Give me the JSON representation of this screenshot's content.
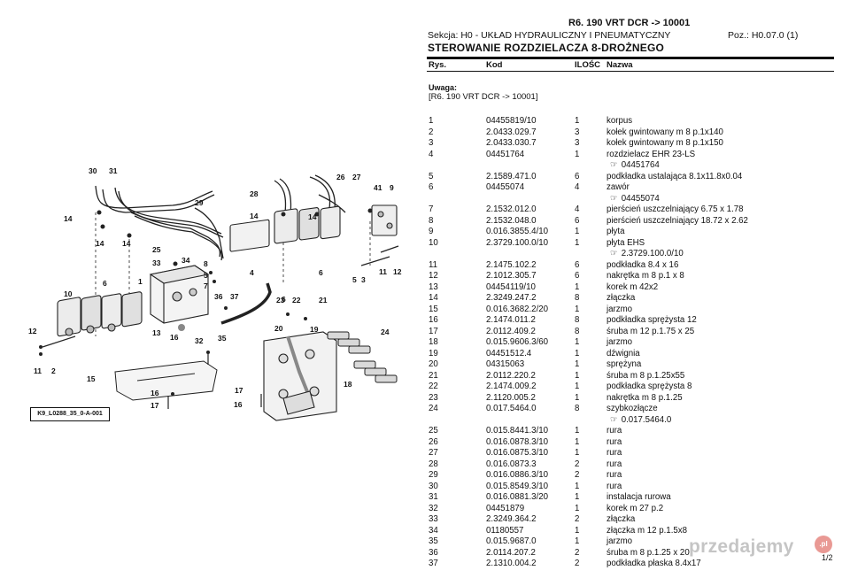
{
  "header": {
    "title": "R6. 190 VRT DCR -> 10001",
    "section": "Sekcja: H0 - UKŁAD HYDRAULICZNY I PNEUMATYCZNY",
    "position_ref": "Poz.: H0.07.0 (1)",
    "assembly_title": "STEROWANIE ROZDZIELACZA 8-DROŻNEGO"
  },
  "columns": {
    "pos": "Rys.",
    "code": "Kod",
    "qty": "ILOŚC",
    "name": "Nazwa"
  },
  "note": {
    "label": "Uwaga:",
    "text": "[R6. 190 VRT DCR -> 10001]"
  },
  "ref_glyph": "☞",
  "parts": [
    {
      "pos": "1",
      "code": "04455819/10",
      "qty": "1",
      "name": "korpus"
    },
    {
      "pos": "2",
      "code": "2.0433.029.7",
      "qty": "3",
      "name": "kołek gwintowany m 8 p.1x140"
    },
    {
      "pos": "3",
      "code": "2.0433.030.7",
      "qty": "3",
      "name": "kołek gwintowany m 8 p.1x150"
    },
    {
      "pos": "4",
      "code": "04451764",
      "qty": "1",
      "name": "rozdzielacz EHR 23-LS",
      "ref": "04451764"
    },
    {
      "pos": "5",
      "code": "2.1589.471.0",
      "qty": "6",
      "name": "podkładka ustalająca 8.1x11.8x0.04"
    },
    {
      "pos": "6",
      "code": "04455074",
      "qty": "4",
      "name": "zawór",
      "ref": "04455074"
    },
    {
      "pos": "7",
      "code": "2.1532.012.0",
      "qty": "4",
      "name": "pierścień uszczelniający 6.75 x 1.78"
    },
    {
      "pos": "8",
      "code": "2.1532.048.0",
      "qty": "6",
      "name": "pierścień uszczelniający 18.72 x 2.62"
    },
    {
      "pos": "9",
      "code": "0.016.3855.4/10",
      "qty": "1",
      "name": "płyta"
    },
    {
      "pos": "10",
      "code": "2.3729.100.0/10",
      "qty": "1",
      "name": "płyta EHS",
      "ref": "2.3729.100.0/10"
    },
    {
      "pos": "11",
      "code": "2.1475.102.2",
      "qty": "6",
      "name": "podkładka 8.4 x 16"
    },
    {
      "pos": "12",
      "code": "2.1012.305.7",
      "qty": "6",
      "name": "nakrętka m 8 p.1 x 8"
    },
    {
      "pos": "13",
      "code": "04454119/10",
      "qty": "1",
      "name": "korek m 42x2"
    },
    {
      "pos": "14",
      "code": "2.3249.247.2",
      "qty": "8",
      "name": "złączka"
    },
    {
      "pos": "15",
      "code": "0.016.3682.2/20",
      "qty": "1",
      "name": "jarzmo"
    },
    {
      "pos": "16",
      "code": "2.1474.011.2",
      "qty": "8",
      "name": "podkładka sprężysta 12"
    },
    {
      "pos": "17",
      "code": "2.0112.409.2",
      "qty": "8",
      "name": "śruba m 12 p.1.75 x 25"
    },
    {
      "pos": "18",
      "code": "0.015.9606.3/60",
      "qty": "1",
      "name": "jarzmo"
    },
    {
      "pos": "19",
      "code": "04451512.4",
      "qty": "1",
      "name": "dźwignia"
    },
    {
      "pos": "20",
      "code": "04315063",
      "qty": "1",
      "name": "sprężyna"
    },
    {
      "pos": "21",
      "code": "2.0112.220.2",
      "qty": "1",
      "name": "śruba m 8 p.1.25x55"
    },
    {
      "pos": "22",
      "code": "2.1474.009.2",
      "qty": "1",
      "name": "podkładka sprężysta 8"
    },
    {
      "pos": "23",
      "code": "2.1120.005.2",
      "qty": "1",
      "name": "nakrętka m 8 p.1.25"
    },
    {
      "pos": "24",
      "code": "0.017.5464.0",
      "qty": "8",
      "name": "szybkozłącze",
      "ref": "0.017.5464.0"
    },
    {
      "pos": "25",
      "code": "0.015.8441.3/10",
      "qty": "1",
      "name": "rura"
    },
    {
      "pos": "26",
      "code": "0.016.0878.3/10",
      "qty": "1",
      "name": "rura"
    },
    {
      "pos": "27",
      "code": "0.016.0875.3/10",
      "qty": "1",
      "name": "rura"
    },
    {
      "pos": "28",
      "code": "0.016.0873.3",
      "qty": "2",
      "name": "rura"
    },
    {
      "pos": "29",
      "code": "0.016.0886.3/10",
      "qty": "2",
      "name": "rura"
    },
    {
      "pos": "30",
      "code": "0.015.8549.3/10",
      "qty": "1",
      "name": "rura"
    },
    {
      "pos": "31",
      "code": "0.016.0881.3/20",
      "qty": "1",
      "name": "instalacja rurowa"
    },
    {
      "pos": "32",
      "code": "04451879",
      "qty": "1",
      "name": "korek m 27 p.2"
    },
    {
      "pos": "33",
      "code": "2.3249.364.2",
      "qty": "2",
      "name": "złączka"
    },
    {
      "pos": "34",
      "code": "01180557",
      "qty": "1",
      "name": "złączka m 12 p.1.5x8"
    },
    {
      "pos": "35",
      "code": "0.015.9687.0",
      "qty": "1",
      "name": "jarzmo"
    },
    {
      "pos": "36",
      "code": "2.0114.207.2",
      "qty": "2",
      "name": "śruba m 8 p.1.25 x 20"
    },
    {
      "pos": "37",
      "code": "2.1310.004.2",
      "qty": "2",
      "name": "podkładka płaska 8.4x17"
    }
  ],
  "diagram": {
    "figure_ref": "K9_L0288_35_0-A-001",
    "callouts": [
      "30",
      "31",
      "14",
      "14",
      "14",
      "29",
      "25",
      "33",
      "34",
      "8",
      "5",
      "7",
      "1",
      "2",
      "3",
      "10",
      "6",
      "13",
      "32",
      "35",
      "36",
      "37",
      "4",
      "9",
      "11",
      "12",
      "28",
      "26",
      "27",
      "41",
      "14",
      "14",
      "6",
      "22",
      "23",
      "21",
      "20",
      "19",
      "24",
      "16",
      "15",
      "16",
      "17",
      "17",
      "18",
      "12",
      "11",
      "2"
    ]
  },
  "footer": {
    "page": "1/2"
  },
  "watermark": {
    "text": "przedajemy",
    "badge": ".pl"
  }
}
